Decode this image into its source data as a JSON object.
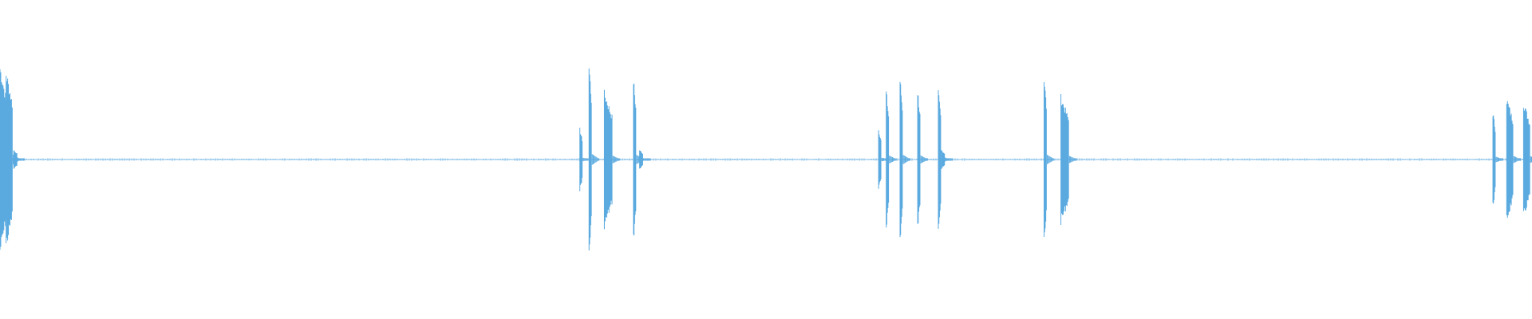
{
  "waveform": {
    "color": "#5aaae0",
    "background": "#ffffff",
    "baseline_amplitude": 0.012,
    "bursts": [
      {
        "time": 0.0,
        "duration": 0.004,
        "amplitude": 0.98
      },
      {
        "time": 0.004,
        "duration": 0.004,
        "amplitude": 0.92
      },
      {
        "time": 0.009,
        "duration": 0.002,
        "amplitude": 0.1
      },
      {
        "time": 0.3785,
        "duration": 0.0015,
        "amplitude": 0.32
      },
      {
        "time": 0.3845,
        "duration": 0.0015,
        "amplitude": 1.0
      },
      {
        "time": 0.3945,
        "duration": 0.005,
        "amplitude": 0.7
      },
      {
        "time": 0.4135,
        "duration": 0.0015,
        "amplitude": 0.85
      },
      {
        "time": 0.4175,
        "duration": 0.002,
        "amplitude": 0.1
      },
      {
        "time": 0.5735,
        "duration": 0.0015,
        "amplitude": 0.32
      },
      {
        "time": 0.5785,
        "duration": 0.0015,
        "amplitude": 0.72
      },
      {
        "time": 0.5875,
        "duration": 0.0015,
        "amplitude": 0.85
      },
      {
        "time": 0.599,
        "duration": 0.0015,
        "amplitude": 0.73
      },
      {
        "time": 0.6125,
        "duration": 0.0015,
        "amplitude": 0.71
      },
      {
        "time": 0.6145,
        "duration": 0.002,
        "amplitude": 0.1
      },
      {
        "time": 0.6815,
        "duration": 0.0015,
        "amplitude": 0.88
      },
      {
        "time": 0.6925,
        "duration": 0.005,
        "amplitude": 0.66
      },
      {
        "time": 0.9745,
        "duration": 0.0015,
        "amplitude": 0.5
      },
      {
        "time": 0.9835,
        "duration": 0.004,
        "amplitude": 0.64
      },
      {
        "time": 0.9945,
        "duration": 0.004,
        "amplitude": 0.6
      }
    ]
  }
}
